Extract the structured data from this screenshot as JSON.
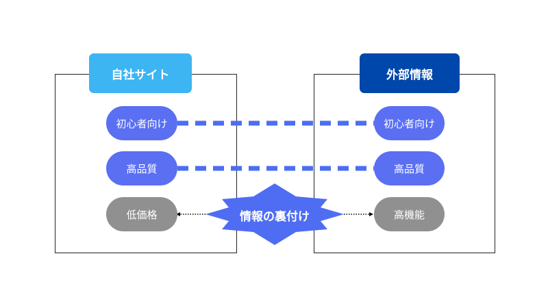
{
  "colors": {
    "left_header": "#3db5f2",
    "right_header": "#0047ab",
    "pill_blue": "#5a6ff2",
    "pill_gray": "#909090",
    "dash": "#4c6ef2",
    "burst": "#4f6df3"
  },
  "left": {
    "title": "自社サイト",
    "items": [
      "初心者向け",
      "高品質",
      "低価格"
    ]
  },
  "right": {
    "title": "外部情報",
    "items": [
      "初心者向け",
      "高品質",
      "高機能"
    ]
  },
  "center": {
    "label": "情報の裏付け"
  }
}
